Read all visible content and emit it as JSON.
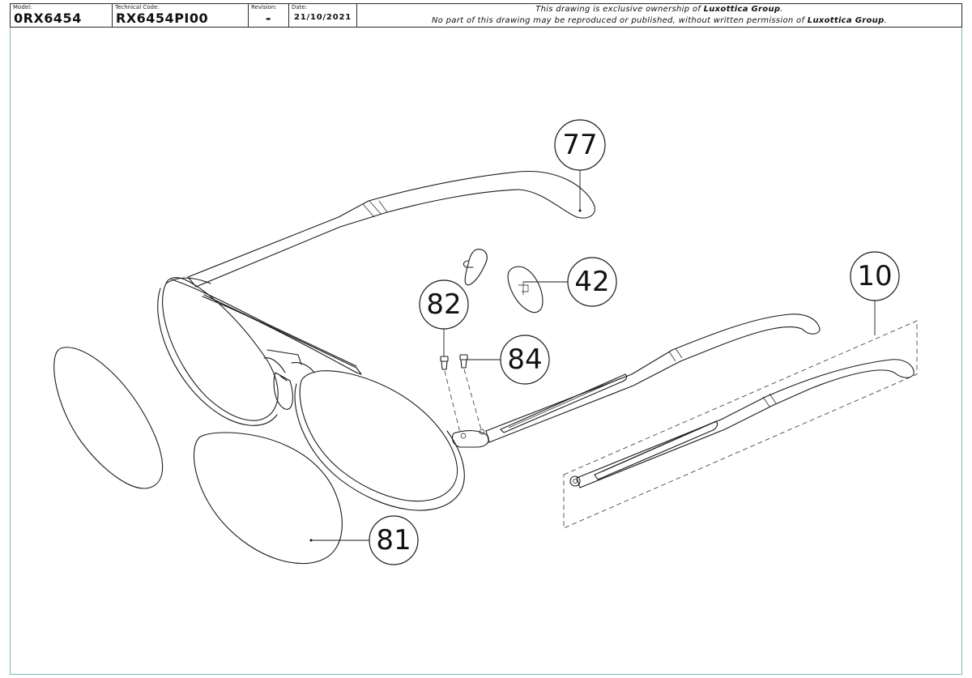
{
  "title_block": {
    "model_label": "Model:",
    "model_value": "0RX6454",
    "technical_code_label": "Technical Code:",
    "technical_code_value": "RX6454PI00",
    "revision_label": "Revision:",
    "revision_value": "-",
    "date_label": "Date:",
    "date_value": "21/10/2021",
    "notice_line1_prefix": "This drawing is exclusive ownership of ",
    "notice_line1_owner": "Luxottica Group",
    "notice_line1_suffix": ".",
    "notice_line2_prefix": "No part of this drawing may be reproduced or published, without written permission of ",
    "notice_line2_owner": "Luxottica Group",
    "notice_line2_suffix": "."
  },
  "callouts": {
    "temple_left": "77",
    "nose_pad": "42",
    "temple_right": "10",
    "screw_82": "82",
    "screw_84": "84",
    "lens": "81"
  },
  "colors": {
    "line": "#1a1a1a",
    "border": "#7fb8b8"
  }
}
